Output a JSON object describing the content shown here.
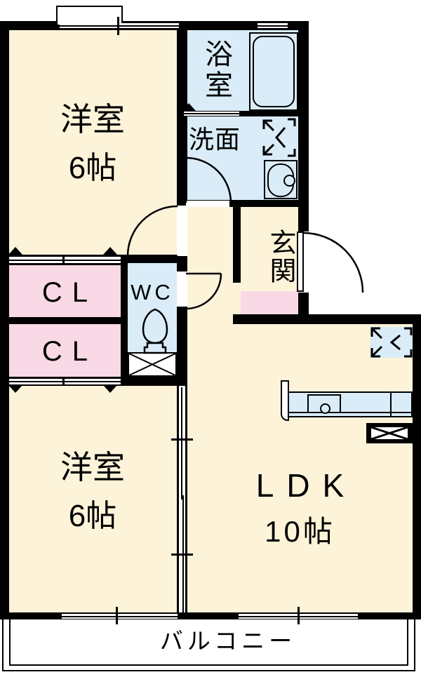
{
  "colors": {
    "room": "#FCF3D9",
    "wet": "#D9ECF8",
    "closet": "#F9D9E5",
    "wall": "#000000",
    "balcony": "#FFFFFF"
  },
  "rooms": {
    "bedroom_top": {
      "label": "洋室",
      "size": "6帖"
    },
    "bath": {
      "label": "浴室"
    },
    "washroom": {
      "label": "洗面"
    },
    "entrance": {
      "label": "玄関"
    },
    "wc": {
      "label": "WC"
    },
    "closet_upper": {
      "label": "CL"
    },
    "closet_lower": {
      "label": "CL"
    },
    "bedroom_bottom": {
      "label": "洋室",
      "size": "6帖"
    },
    "ldk": {
      "label": "LDK",
      "size": "10帖"
    },
    "balcony": {
      "label": "バルコニー"
    }
  },
  "fixtures": {
    "bathtub": "bathtub",
    "vanity_sink": "vanity-sink",
    "toilet": "toilet",
    "washer_space": "washing-machine-space",
    "fridge_space": "refrigerator-space",
    "kitchen_counter": "kitchen-counter",
    "kitchen_sink": "kitchen-sink",
    "storage_box": "storage-crossed-box",
    "pipe_space": "pipe-space-crossed-box"
  }
}
